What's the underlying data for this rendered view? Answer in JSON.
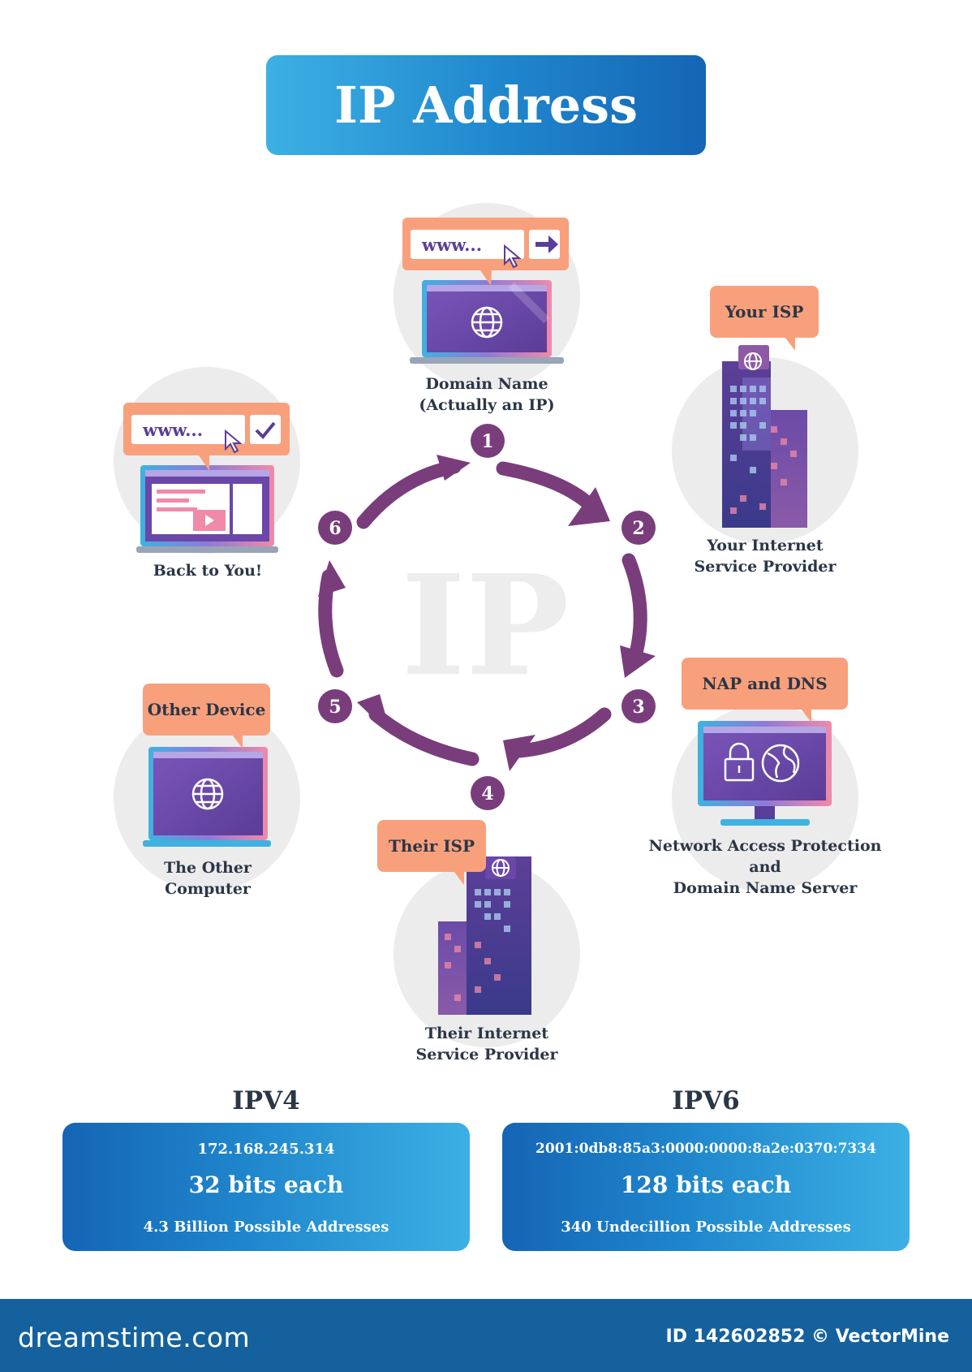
{
  "title": "IP Address",
  "center_watermark": "IP",
  "steps": [
    {
      "number": "1",
      "bubble": "",
      "label_lines": [
        "Domain Name",
        "(Actually an IP)"
      ]
    },
    {
      "number": "2",
      "bubble": "Your ISP",
      "label_lines": [
        "Your Internet",
        "Service Provider"
      ]
    },
    {
      "number": "3",
      "bubble": "NAP and DNS",
      "label_lines": [
        "Network Access Protection",
        "and",
        "Domain Name Server"
      ]
    },
    {
      "number": "4",
      "bubble": "Their ISP",
      "label_lines": [
        "Their Internet",
        "Service Provider"
      ]
    },
    {
      "number": "5",
      "bubble": "Other Device",
      "label_lines": [
        "The Other",
        "Computer"
      ]
    },
    {
      "number": "6",
      "bubble": "",
      "label_lines": [
        "Back to You!"
      ]
    }
  ],
  "url_bars": {
    "step1": "www...",
    "step6": "www..."
  },
  "ipv4": {
    "heading": "IPV4",
    "address": "172.168.245.314",
    "bits": "32 bits each",
    "possible": "4.3 Billion Possible Addresses"
  },
  "ipv6": {
    "heading": "IPV6",
    "address": "2001:0db8:85a3:0000:0000:8a2e:0370:7334",
    "bits": "128 bits each",
    "possible": "340 Undecillion Possible Addresses"
  },
  "footer": {
    "brand": "dreamstime.com",
    "id_text": "ID 142602852 © VectorMine"
  },
  "colors": {
    "arrow": "#7a3d7c",
    "bubble": "#f8a07c",
    "accent_blue": "#1f86cc",
    "screen": "#6a47a8",
    "footer": "#14619e"
  },
  "icons": [
    "globe-icon",
    "arrow-right-icon",
    "cursor-icon",
    "checkmark-icon",
    "padlock-icon",
    "play-icon"
  ]
}
